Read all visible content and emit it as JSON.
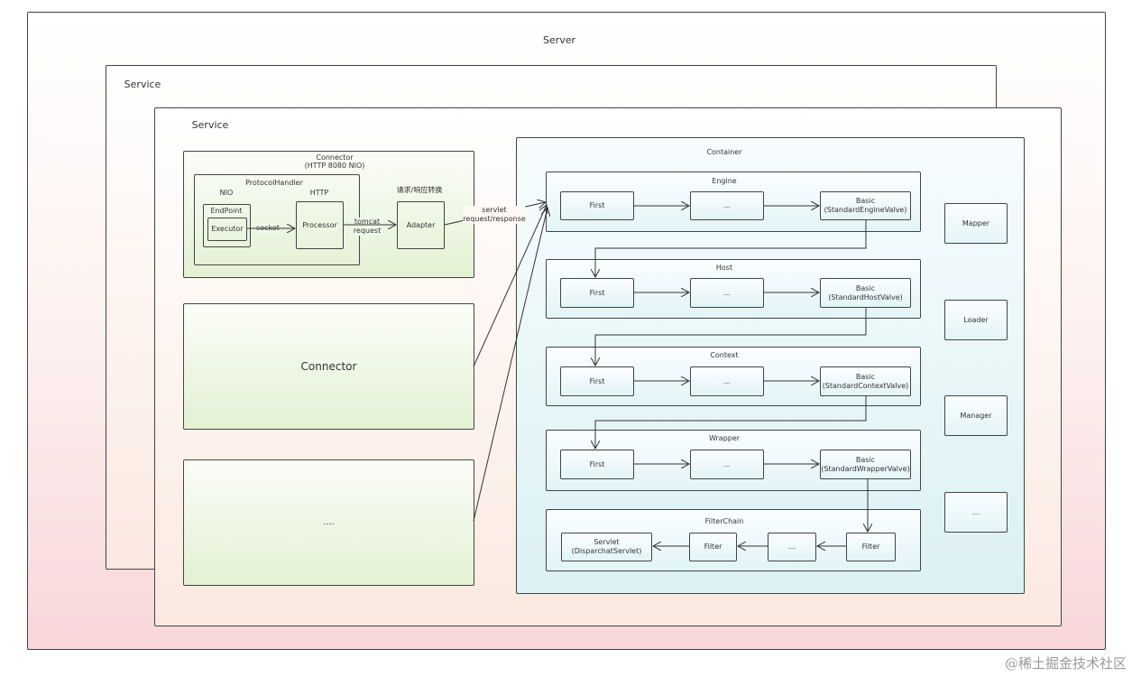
{
  "server": {
    "label": "Server"
  },
  "service_back": {
    "label": "Service"
  },
  "service": {
    "label": "Service"
  },
  "connector_main": {
    "title": "Connector",
    "subtitle": "(HTTP 8080 NIO)",
    "protocol_handler": "ProtocolHandler",
    "nio": "NIO",
    "endpoint": "EndPoint",
    "executor": "Executor",
    "socket": "socket",
    "http": "HTTP",
    "processor": "Processor",
    "tomcat_request": "tomcat\nrequest",
    "adapter_caption": "请求/响应转换",
    "adapter": "Adapter",
    "servlet_request": "servlet\nrequest/response"
  },
  "connector2": {
    "label": "Connector"
  },
  "connector3": {
    "label": "...."
  },
  "container": {
    "label": "Container",
    "pipelines": [
      {
        "label": "Engine",
        "first": "First",
        "middle": "...",
        "basic": "Basic\n(StandardEngineValve)"
      },
      {
        "label": "Host",
        "first": "First",
        "middle": "...",
        "basic": "Basic\n(StandardHostValve)"
      },
      {
        "label": "Context",
        "first": "First",
        "middle": "...",
        "basic": "Basic\n(StandardContextValve)"
      },
      {
        "label": "Wrapper",
        "first": "First",
        "middle": "...",
        "basic": "Basic\n(StandardWrapperValve)"
      }
    ],
    "filterchain": {
      "label": "FilterChain",
      "servlet": "Servlet\n(DisparchatServlet)",
      "filter1": "Filter",
      "middle": "...",
      "filter2": "Filter"
    },
    "components": [
      "Mapper",
      "Loader",
      "Manager",
      "..."
    ]
  },
  "watermark": "@稀土掘金技术社区"
}
